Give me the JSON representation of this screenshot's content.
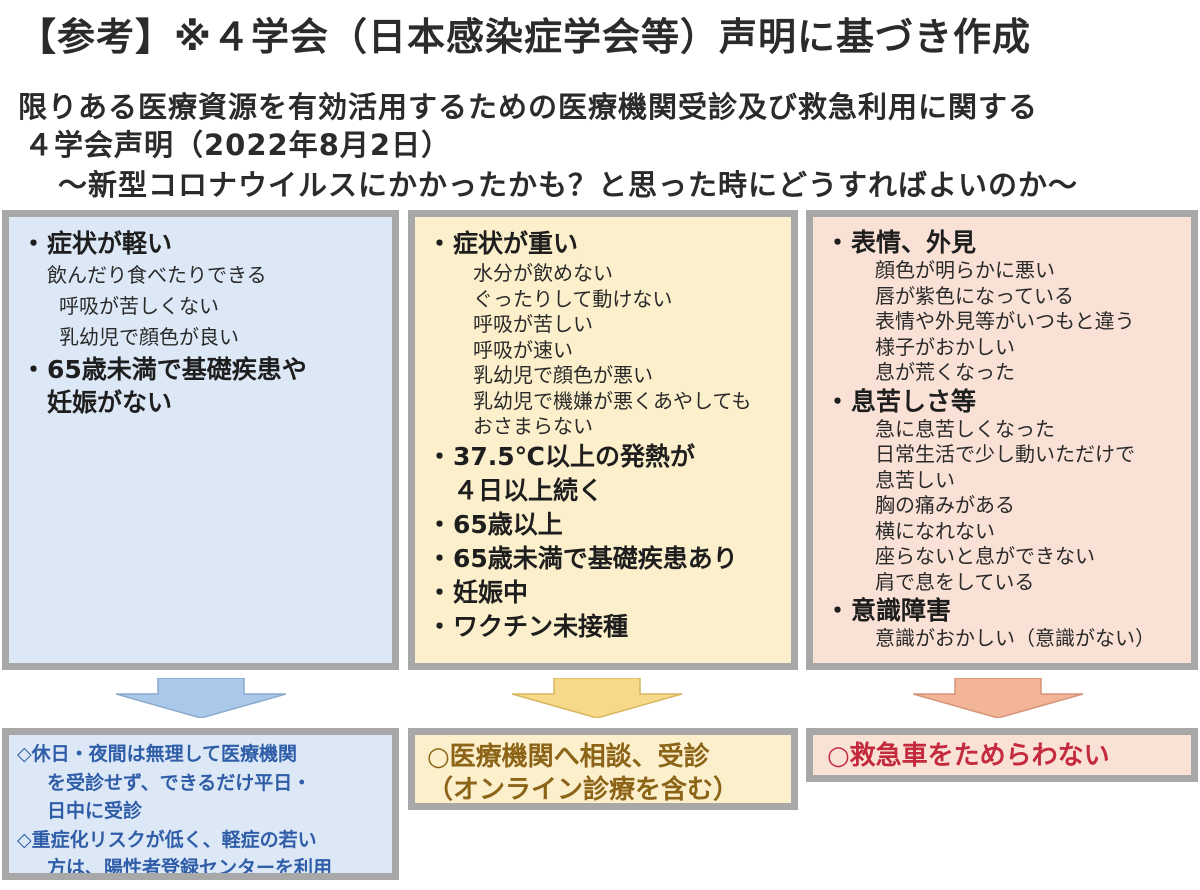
{
  "header": {
    "title": "【参考】※４学会（日本感染症学会等）声明に基づき作成",
    "subtitle_lines": [
      "限りある医療資源を有効活用するための医療機関受診及び救急利用に関する",
      "４学会声明（2022年8月2日）",
      "～新型コロナウイルスにかかったかも？と思った時にどうすればよいのか～"
    ]
  },
  "columns": [
    {
      "id": "blue",
      "bullets": [
        {
          "lines": [
            "症状が軽い"
          ],
          "subs": [
            "飲んだり食べたりできる",
            "呼吸が苦しくない",
            "乳幼児で顔色が良い"
          ]
        },
        {
          "lines": [
            "65歳未満で基礎疾患や",
            "妊娠がない"
          ],
          "subs": []
        }
      ],
      "result_lines": [
        "◇休日・夜間は無理して医療機関",
        "を受診せず、できるだけ平日・",
        "日中に受診",
        "◇重症化リスクが低く、軽症の若い",
        "方は、陽性者登録センターを利用"
      ]
    },
    {
      "id": "yellow",
      "bullets": [
        {
          "lines": [
            "症状が重い"
          ],
          "subs": [
            "水分が飲めない",
            "ぐったりして動けない",
            "呼吸が苦しい",
            "呼吸が速い",
            "乳幼児で顔色が悪い",
            "乳幼児で機嫌が悪くあやしても",
            "おさまらない"
          ]
        },
        {
          "lines": [
            "37.5℃以上の発熱が",
            "４日以上続く"
          ],
          "subs": []
        },
        {
          "lines": [
            "65歳以上"
          ],
          "subs": []
        },
        {
          "lines": [
            "65歳未満で基礎疾患あり"
          ],
          "subs": []
        },
        {
          "lines": [
            "妊娠中"
          ],
          "subs": []
        },
        {
          "lines": [
            "ワクチン未接種"
          ],
          "subs": []
        }
      ],
      "result_lines": [
        "○医療機関へ相談、受診",
        "（オンライン診療を含む）"
      ]
    },
    {
      "id": "red",
      "bullets": [
        {
          "lines": [
            "表情、外見"
          ],
          "subs": [
            "顔色が明らかに悪い",
            "唇が紫色になっている",
            "表情や外見等がいつもと違う",
            "様子がおかしい",
            "息が荒くなった"
          ]
        },
        {
          "lines": [
            "息苦しさ等"
          ],
          "subs": [
            "急に息苦しくなった",
            "日常生活で少し動いただけで",
            "息苦しい",
            "胸の痛みがある",
            "横になれない",
            "座らないと息ができない",
            "肩で息をしている"
          ]
        },
        {
          "lines": [
            "意識障害"
          ],
          "subs": [
            "意識がおかしい（意識がない）"
          ]
        }
      ],
      "result_lines": [
        "○救急車をためらわない"
      ]
    }
  ],
  "bullet_mark": "・",
  "colors": {
    "blue_box": "#dce8f6",
    "yellow_box": "#fcefcb",
    "red_box": "#f9e1d6",
    "blue_arrow": "#a9c8ea",
    "yellow_arrow": "#f7d98a",
    "red_arrow": "#f2b598",
    "blue_result_text": "#2f5da8",
    "yellow_result_text": "#8c6418",
    "red_result_text": "#c42a3d",
    "border": "#a8a8a8"
  }
}
